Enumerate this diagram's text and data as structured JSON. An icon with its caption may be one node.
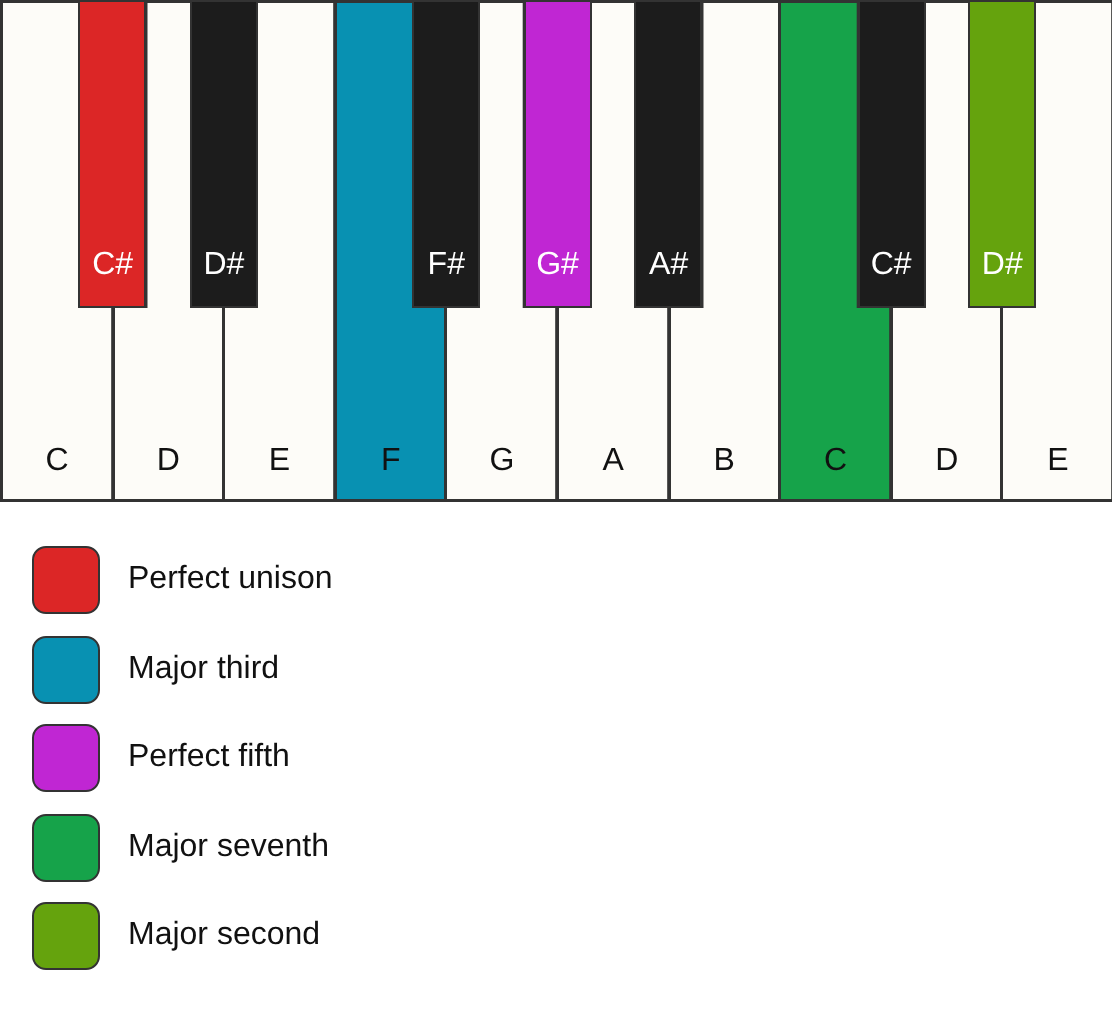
{
  "diagram": {
    "nodes": [
      {
        "text": [
          "C"
        ]
      },
      {
        "text": [
          "C#"
        ]
      },
      {
        "text": [
          "D"
        ]
      },
      {
        "text": [
          "D#"
        ]
      },
      {
        "text": [
          "E"
        ]
      },
      {
        "text": [
          "F"
        ]
      },
      {
        "text": [
          "F#"
        ]
      },
      {
        "text": [
          "G"
        ]
      },
      {
        "text": [
          "G#"
        ]
      },
      {
        "text": [
          "A"
        ]
      },
      {
        "text": [
          "A#"
        ]
      },
      {
        "text": [
          "B"
        ]
      },
      {
        "text": [
          "C"
        ]
      },
      {
        "text": [
          "C#"
        ]
      },
      {
        "text": [
          "D"
        ]
      },
      {
        "text": [
          "D#"
        ]
      },
      {
        "text": [
          "E"
        ]
      }
    ],
    "legend": [
      {
        "text": "Perfect unison",
        "color": "#dc2626"
      },
      {
        "text": "Major third",
        "color": "#0891b2"
      },
      {
        "text": "Perfect fifth",
        "color": "#c026d3"
      },
      {
        "text": "Major seventh",
        "color": "#16a34a"
      },
      {
        "text": "Major second",
        "color": "#65a30d"
      }
    ]
  }
}
